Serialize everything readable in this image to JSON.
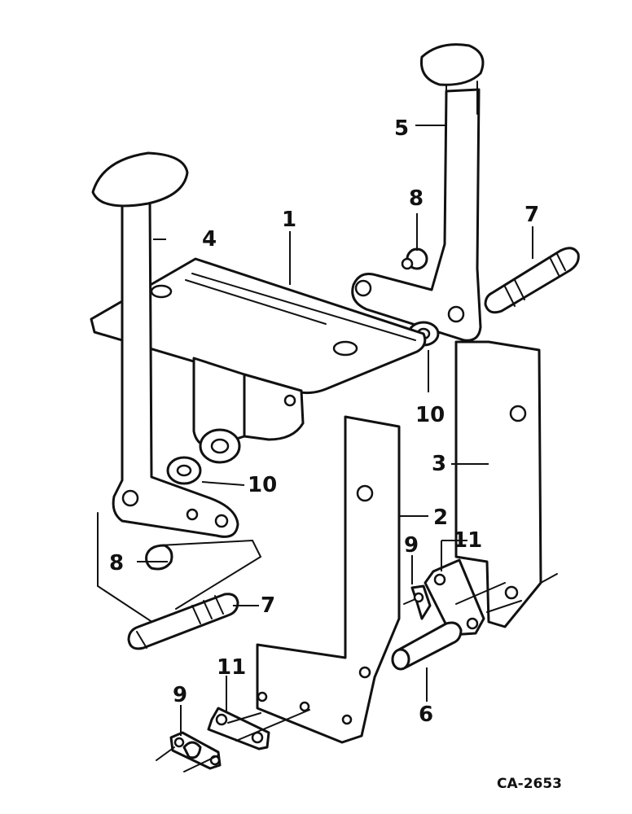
{
  "figure_code": "CA-2653",
  "callouts": [
    {
      "id": "c1",
      "label": "1"
    },
    {
      "id": "c2",
      "label": "2"
    },
    {
      "id": "c3",
      "label": "3"
    },
    {
      "id": "c4",
      "label": "4"
    },
    {
      "id": "c5",
      "label": "5"
    },
    {
      "id": "c6",
      "label": "6"
    },
    {
      "id": "c7a",
      "label": "7"
    },
    {
      "id": "c7b",
      "label": "7"
    },
    {
      "id": "c8a",
      "label": "8"
    },
    {
      "id": "c8b",
      "label": "8"
    },
    {
      "id": "c9a",
      "label": "9"
    },
    {
      "id": "c9b",
      "label": "9"
    },
    {
      "id": "c10a",
      "label": "10"
    },
    {
      "id": "c10b",
      "label": "10"
    },
    {
      "id": "c11a",
      "label": "11"
    },
    {
      "id": "c11b",
      "label": "11"
    }
  ]
}
